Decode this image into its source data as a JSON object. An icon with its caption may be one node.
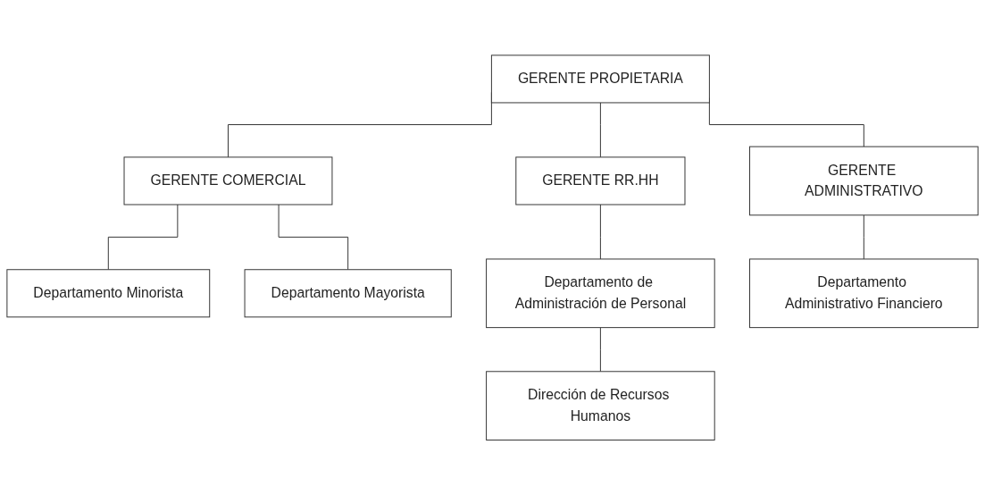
{
  "diagram": {
    "nodes": [
      {
        "text": [
          "GERENTE PROPIETARIA"
        ]
      },
      {
        "text": [
          "GERENTE COMERCIAL"
        ]
      },
      {
        "text": [
          "GERENTE RR.HH"
        ]
      },
      {
        "text": [
          "GERENTE ADMINISTRATIVO"
        ]
      },
      {
        "text": [
          "Departamento Minorista"
        ]
      },
      {
        "text": [
          "Departamento Mayorista"
        ]
      },
      {
        "text": [
          "Departamento de Administración de Personal"
        ]
      },
      {
        "text": [
          "Dirección de Recursos Humanos"
        ]
      },
      {
        "text": [
          "Departamento Administrativo Financiero"
        ]
      }
    ],
    "edges": [
      {
        "from": 0,
        "to": 1,
        "arrow": "none"
      },
      {
        "from": 0,
        "to": 2,
        "arrow": "none"
      },
      {
        "from": 0,
        "to": 3,
        "arrow": "none"
      },
      {
        "from": 1,
        "to": 4,
        "arrow": "none"
      },
      {
        "from": 1,
        "to": 5,
        "arrow": "none"
      },
      {
        "from": 2,
        "to": 6,
        "arrow": "none"
      },
      {
        "from": 6,
        "to": 7,
        "arrow": "none"
      },
      {
        "from": 3,
        "to": 8,
        "arrow": "none"
      }
    ]
  }
}
